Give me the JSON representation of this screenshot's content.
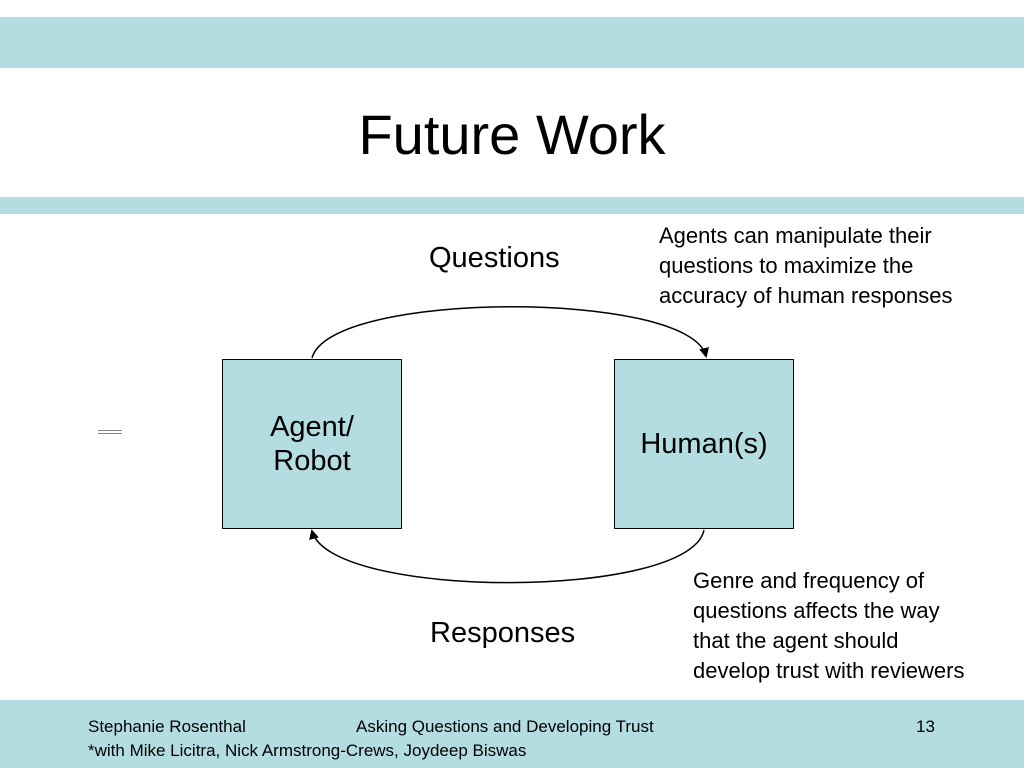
{
  "slide": {
    "title": "Future Work"
  },
  "diagram": {
    "nodes": {
      "agent": "Agent/\nRobot",
      "human": "Human(s)"
    },
    "edges": {
      "questions": "Questions",
      "responses": "Responses"
    },
    "annotations": {
      "top": "Agents can manipulate their\nquestions to maximize the\naccuracy of human responses",
      "bottom": "Genre and frequency of\nquestions affects the way\nthat the agent should\ndevelop trust with reviewers"
    }
  },
  "footer": {
    "author": "Stephanie Rosenthal",
    "talk_title": "Asking Questions and Developing Trust",
    "page_number": "13",
    "collaborators": "*with Mike Licitra, Nick Armstrong-Crews, Joydeep Biswas"
  },
  "colors": {
    "band": "#b4dde1",
    "box_fill": "#b4dde1",
    "stroke": "#000000"
  }
}
